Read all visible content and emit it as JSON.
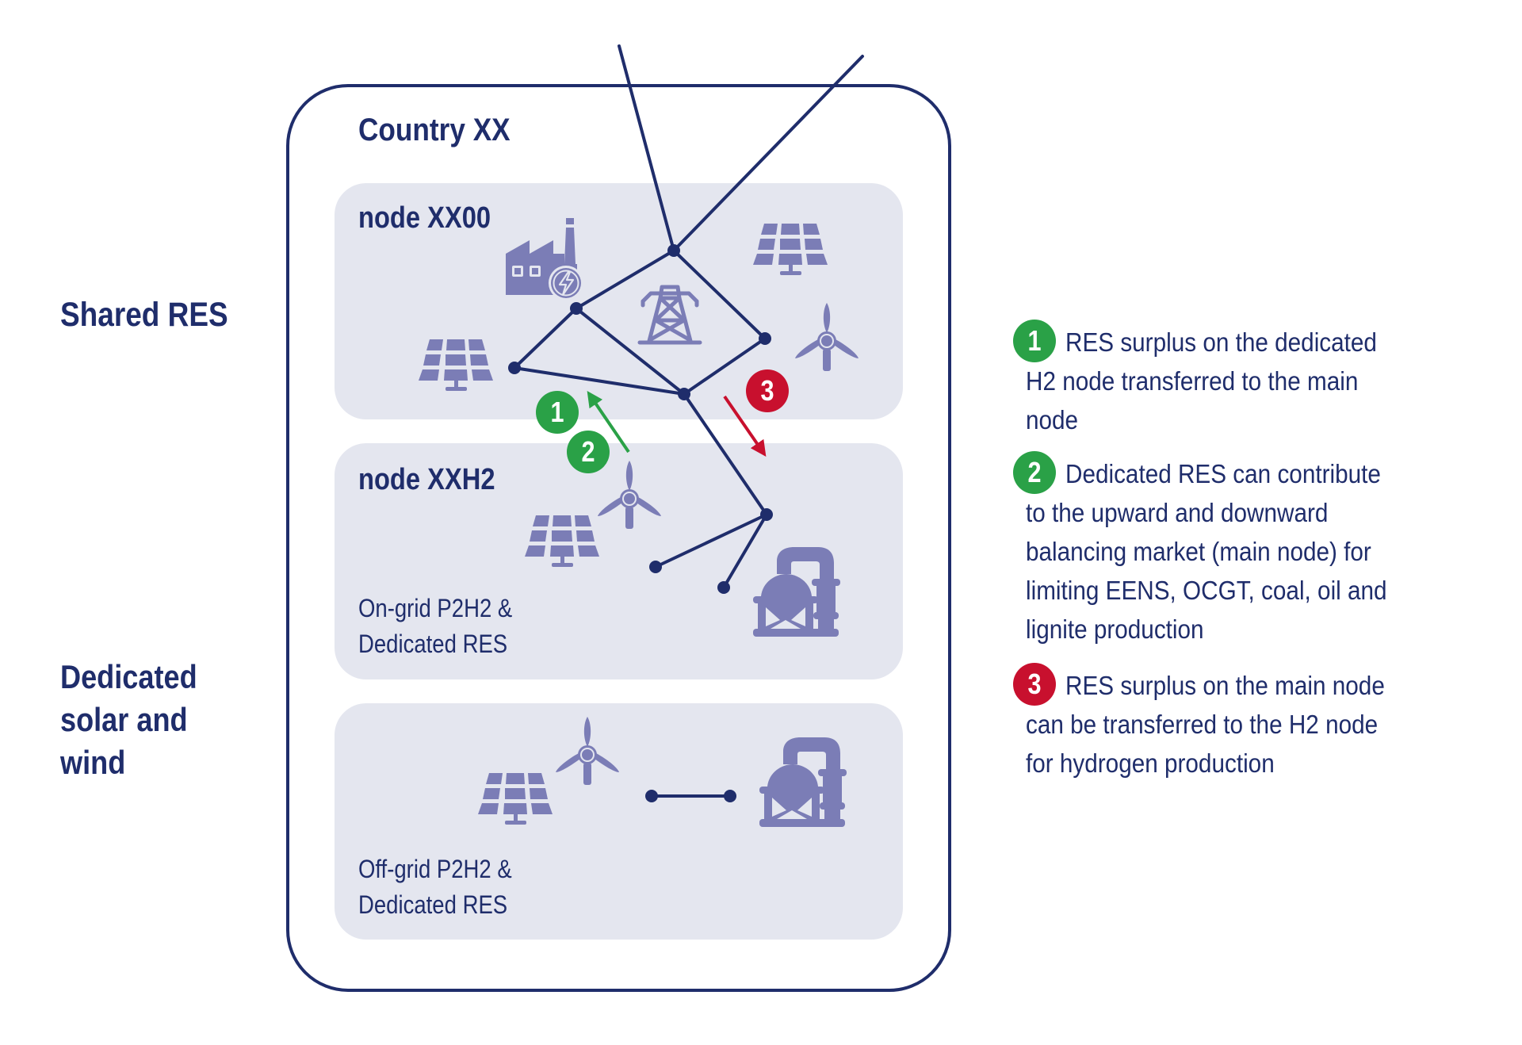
{
  "colors": {
    "navy": "#1f2d6b",
    "icon": "#7b7db6",
    "panel": "#e4e6ef",
    "green": "#2aa147",
    "red": "#c8102e",
    "white": "#ffffff"
  },
  "side_labels": {
    "shared": "Shared RES",
    "dedicated": [
      "Dedicated",
      "solar and",
      "wind"
    ]
  },
  "country": {
    "title": "Country XX"
  },
  "panels": [
    {
      "title": "node XX00",
      "caption": [],
      "icons": [
        "factory-power-icon",
        "transmission-tower-icon",
        "solar-panel-icon",
        "solar-panel-icon",
        "wind-turbine-icon"
      ]
    },
    {
      "title": "node XXH2",
      "caption": [
        "On-grid P2H2 &",
        "Dedicated RES"
      ],
      "icons": [
        "solar-panel-icon",
        "wind-turbine-icon",
        "hydrogen-plant-icon"
      ]
    },
    {
      "title": "",
      "caption": [
        "Off-grid P2H2 &",
        "Dedicated RES"
      ],
      "icons": [
        "solar-panel-icon",
        "wind-turbine-icon",
        "hydrogen-plant-icon"
      ]
    }
  ],
  "flow_badges": [
    {
      "number": "1",
      "color": "green"
    },
    {
      "number": "2",
      "color": "green"
    },
    {
      "number": "3",
      "color": "red"
    }
  ],
  "legend": [
    {
      "number": "1",
      "color": "green",
      "lines": [
        "RES surplus on the dedicated",
        "H2 node transferred to the main",
        "node"
      ]
    },
    {
      "number": "2",
      "color": "green",
      "lines": [
        "Dedicated RES can contribute",
        "to the upward and downward",
        "balancing market (main node) for",
        "limiting EENS, OCGT, coal, oil and",
        "lignite production"
      ]
    },
    {
      "number": "3",
      "color": "red",
      "lines": [
        "RES surplus on the main node",
        "can be transferred to the H2 node",
        "for hydrogen production"
      ]
    }
  ]
}
